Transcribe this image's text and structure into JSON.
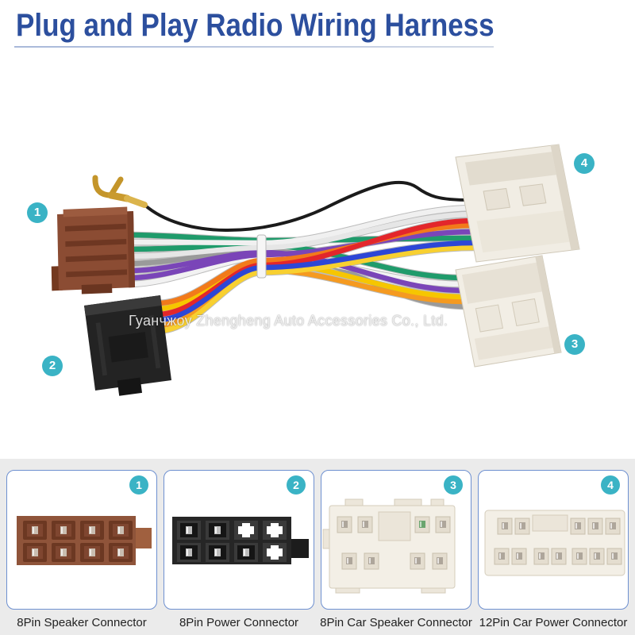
{
  "title": "Plug and Play Radio Wiring Harness",
  "watermark": "Гуанчжоу Zhengheng Auto Accessories Co., Ltd.",
  "connectors": [
    {
      "number": "1",
      "label": "8Pin Speaker Connector",
      "color": "#8f543a"
    },
    {
      "number": "2",
      "label": "8Pin Power Connector",
      "color": "#222222"
    },
    {
      "number": "3",
      "label": "8Pin Car Speaker Connector",
      "color": "#f2eee5"
    },
    {
      "number": "4",
      "label": "12Pin Car Power Connector",
      "color": "#f2eee5"
    }
  ],
  "colors": {
    "title": "#2c4f9e",
    "badge": "#3ab3c5",
    "card_border": "#6e90d0",
    "panel_background": "#ebebeb"
  },
  "wire_colors": [
    "green",
    "white",
    "gray",
    "purple",
    "orange",
    "yellow",
    "red",
    "blue",
    "black"
  ]
}
